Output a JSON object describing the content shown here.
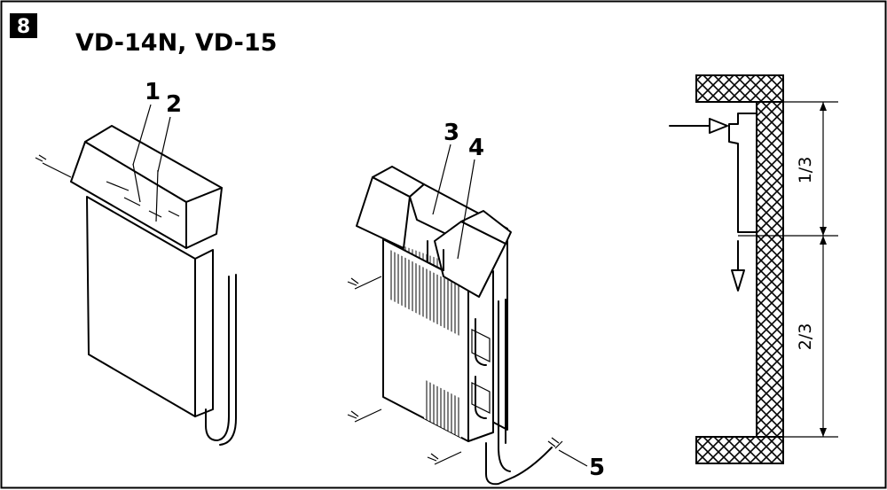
{
  "figure": {
    "badge": "8",
    "title": "VD-14N, VD-15"
  },
  "callouts": [
    "1",
    "2",
    "3",
    "4",
    "5"
  ],
  "dimensions": {
    "upper": "1/3",
    "lower": "2/3"
  }
}
